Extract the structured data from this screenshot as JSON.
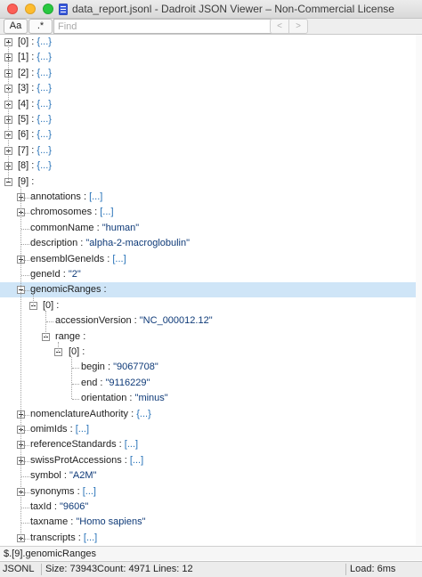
{
  "window": {
    "title": "data_report.jsonl - Dadroit JSON Viewer – Non-Commercial License",
    "icon": "document-icon"
  },
  "toolbar": {
    "case_label": "Aa",
    "regex_label": ".*",
    "search_value": "",
    "search_placeholder": "Find",
    "prev_label": "<",
    "next_label": ">"
  },
  "tree": {
    "root_items": [
      {
        "key": "[0]",
        "value": "{...}"
      },
      {
        "key": "[1]",
        "value": "{...}"
      },
      {
        "key": "[2]",
        "value": "{...}"
      },
      {
        "key": "[3]",
        "value": "{...}"
      },
      {
        "key": "[4]",
        "value": "{...}"
      },
      {
        "key": "[5]",
        "value": "{...}"
      },
      {
        "key": "[6]",
        "value": "{...}"
      },
      {
        "key": "[7]",
        "value": "{...}"
      },
      {
        "key": "[8]",
        "value": "{...}"
      },
      {
        "key": "[9]",
        "value": ""
      }
    ],
    "item9": [
      {
        "key": "annotations",
        "value": "[...]",
        "kind": "collection"
      },
      {
        "key": "chromosomes",
        "value": "[...]",
        "kind": "collection"
      },
      {
        "key": "commonName",
        "value": "\"human\"",
        "kind": "string"
      },
      {
        "key": "description",
        "value": "\"alpha-2-macroglobulin\"",
        "kind": "string"
      },
      {
        "key": "ensemblGeneIds",
        "value": "[...]",
        "kind": "collection"
      },
      {
        "key": "geneId",
        "value": "\"2\"",
        "kind": "string"
      },
      {
        "key": "genomicRanges",
        "value": "",
        "kind": "expanded"
      }
    ],
    "genomic_ranges": {
      "item_key": "[0]",
      "accession_key": "accessionVersion",
      "accession_value": "\"NC_000012.12\"",
      "range_key": "range",
      "range_item_key": "[0]",
      "begin_key": "begin",
      "begin_value": "\"9067708\"",
      "end_key": "end",
      "end_value": "\"9116229\"",
      "orientation_key": "orientation",
      "orientation_value": "\"minus\""
    },
    "item9_after": [
      {
        "key": "nomenclatureAuthority",
        "value": "{...}",
        "kind": "collection"
      },
      {
        "key": "omimIds",
        "value": "[...]",
        "kind": "collection"
      },
      {
        "key": "referenceStandards",
        "value": "[...]",
        "kind": "collection"
      },
      {
        "key": "swissProtAccessions",
        "value": "[...]",
        "kind": "collection"
      },
      {
        "key": "symbol",
        "value": "\"A2M\"",
        "kind": "string"
      },
      {
        "key": "synonyms",
        "value": "[...]",
        "kind": "collection"
      },
      {
        "key": "taxId",
        "value": "\"9606\"",
        "kind": "string"
      },
      {
        "key": "taxname",
        "value": "\"Homo sapiens\"",
        "kind": "string"
      },
      {
        "key": "transcripts",
        "value": "[...]",
        "kind": "collection"
      }
    ],
    "selected_key": "genomicRanges"
  },
  "pathbar": {
    "path": "$.[9].genomicRanges"
  },
  "status": {
    "format": "JSONL",
    "size": "Size: 73943",
    "count": "Count: 4971",
    "lines": "Lines: 12",
    "load": "Load: 6ms"
  },
  "colors": {
    "string_value": "#0e3a78",
    "collection_value": "#2470b7",
    "selection": "#cfe5f7"
  }
}
